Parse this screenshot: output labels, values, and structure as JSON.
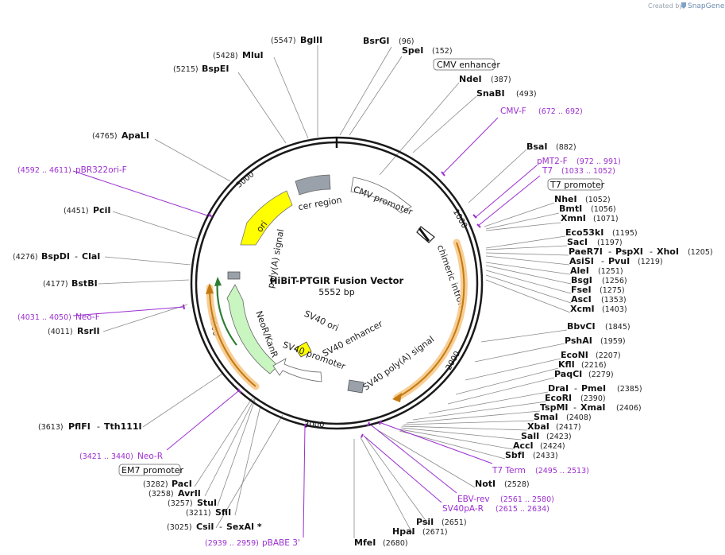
{
  "credit": {
    "text": "Created by",
    "brand": "SnapGene"
  },
  "plasmid": {
    "name": "HiBiT-PTGIR Fusion Vector",
    "size_label": "5552 bp"
  },
  "ticks": [
    "1000",
    "2000",
    "3000",
    "4000",
    "5000"
  ],
  "enzymes": {
    "bglii": {
      "name": "BglII",
      "pos": "(5547)"
    },
    "mlui": {
      "name": "MluI",
      "pos": "(5428)"
    },
    "bspei": {
      "name": "BspEI",
      "pos": "(5215)"
    },
    "apali": {
      "name": "ApaLI",
      "pos": "(4765)"
    },
    "pcii": {
      "name": "PciI",
      "pos": "(4451)"
    },
    "bspdi": {
      "name": "BspDI",
      "sep": "- ",
      "name2": "ClaI",
      "pos": "(4276)"
    },
    "bstbi": {
      "name": "BstBI",
      "pos": "(4177)"
    },
    "rsrii": {
      "name": "RsrII",
      "pos": "(4011)"
    },
    "pflfi": {
      "name": "PflFI",
      "sep": "- ",
      "name2": "Tth111I",
      "pos": "(3613)"
    },
    "paci": {
      "name": "PacI",
      "pos": "(3282)"
    },
    "avrii": {
      "name": "AvrII",
      "pos": "(3258)"
    },
    "stui": {
      "name": "StuI",
      "pos": "(3257)"
    },
    "sfii": {
      "name": "SfiI",
      "pos": "(3211)"
    },
    "csii": {
      "name": "CsiI",
      "sep": "- ",
      "name2": "SexAI *",
      "pos": "(3025)"
    },
    "bsrgi": {
      "name": "BsrGI",
      "pos": "(96)"
    },
    "spei": {
      "name": "SpeI",
      "pos": "(152)"
    },
    "ndei": {
      "name": "NdeI",
      "pos": "(387)"
    },
    "snabi": {
      "name": "SnaBI",
      "pos": "(493)"
    },
    "bsai": {
      "name": "BsaI",
      "pos": "(882)"
    },
    "nhei": {
      "name": "NheI",
      "pos": "(1052)"
    },
    "bmti": {
      "name": "BmtI",
      "pos": "(1056)"
    },
    "xmni": {
      "name": "XmnI",
      "pos": "(1071)"
    },
    "eco53ki": {
      "name": "Eco53kI",
      "pos": "(1195)"
    },
    "saci": {
      "name": "SacI",
      "pos": "(1197)"
    },
    "paer7i": {
      "name": "PaeR7I",
      "sep": "- ",
      "name2": "PspXI",
      "sep2": "- ",
      "name3": "XhoI",
      "pos": "(1205)"
    },
    "asisi": {
      "name": "AsiSI",
      "sep": "- ",
      "name2": "PvuI",
      "pos": "(1219)"
    },
    "alei": {
      "name": "AleI",
      "pos": "(1251)"
    },
    "bsgi": {
      "name": "BsgI",
      "pos": "(1256)"
    },
    "fsei": {
      "name": "FseI",
      "pos": "(1275)"
    },
    "asci": {
      "name": "AscI",
      "pos": "(1353)"
    },
    "xcmi": {
      "name": "XcmI",
      "pos": "(1403)"
    },
    "bbvci": {
      "name": "BbvCI",
      "pos": "(1845)"
    },
    "pshai": {
      "name": "PshAI",
      "pos": "(1959)"
    },
    "econi": {
      "name": "EcoNI",
      "pos": "(2207)"
    },
    "kfli": {
      "name": "KflI",
      "pos": "(2216)"
    },
    "paqci": {
      "name": "PaqCI",
      "pos": "(2279)"
    },
    "drai": {
      "name": "DraI",
      "sep": "- ",
      "name2": "PmeI",
      "pos": "(2385)"
    },
    "ecori": {
      "name": "EcoRI",
      "pos": "(2390)"
    },
    "tspmi": {
      "name": "TspMI",
      "sep": "- ",
      "name2": "XmaI",
      "pos": "(2406)"
    },
    "smai": {
      "name": "SmaI",
      "pos": "(2408)"
    },
    "xbai": {
      "name": "XbaI",
      "pos": "(2417)"
    },
    "sali": {
      "name": "SalI",
      "pos": "(2423)"
    },
    "acci": {
      "name": "AccI",
      "pos": "(2424)"
    },
    "sbfi": {
      "name": "SbfI",
      "pos": "(2433)"
    },
    "noti": {
      "name": "NotI",
      "pos": "(2528)"
    },
    "psii": {
      "name": "PsiI",
      "pos": "(2651)"
    },
    "hpai": {
      "name": "HpaI",
      "pos": "(2671)"
    },
    "mfei": {
      "name": "MfeI",
      "pos": "(2680)"
    }
  },
  "primers": {
    "cmvf": {
      "name": "CMV-F",
      "pos": "(672 .. 692)"
    },
    "pmt2f": {
      "name": "pMT2-F",
      "pos": "(972 .. 991)"
    },
    "t7": {
      "name": "T7",
      "pos": "(1033 .. 1052)"
    },
    "pbr322": {
      "name": "pBR322ori-F",
      "pos": "(4592 .. 4611)"
    },
    "neof": {
      "name": "Neo-F",
      "pos": "(4031 .. 4050)"
    },
    "neor": {
      "name": "Neo-R",
      "pos": "(3421 .. 3440)"
    },
    "t7term": {
      "name": "T7 Term",
      "pos": "(2495 .. 2513)"
    },
    "ebvrev": {
      "name": "EBV-rev",
      "pos": "(2561 .. 2580)"
    },
    "sv40par": {
      "name": "SV40pA-R",
      "pos": "(2615 .. 2634)"
    },
    "pbabe3": {
      "name": "pBABE 3'",
      "pos": "(2939 .. 2959)"
    }
  },
  "boxed_features": {
    "cmv_enhancer": "CMV enhancer",
    "t7_promoter": "T7 promoter",
    "em7_promoter": "EM7 promoter"
  },
  "features": {
    "cer_region": "cer region",
    "cmv_promoter": "CMV promoter",
    "chimeric_intron": "chimeric intron",
    "ori": "ori",
    "polya_signal": "poly(A) signal",
    "neor_kanr": "NeoR/KanR",
    "sv40_ori": "SV40 ori",
    "sv40_enhancer": "SV40 enhancer",
    "sv40_promoter": "SV40 promoter",
    "sv40_polya": "SV40 poly(A) signal"
  },
  "colors": {
    "backbone": "#1a1a1a",
    "ori": "#ffff00",
    "neo": "#c8f5c0",
    "gray_feature": "#9aa1aa",
    "orf_highlight": "#f6c98a",
    "orf_arrow": "#c47a10",
    "primer": "#9b2fd0"
  }
}
